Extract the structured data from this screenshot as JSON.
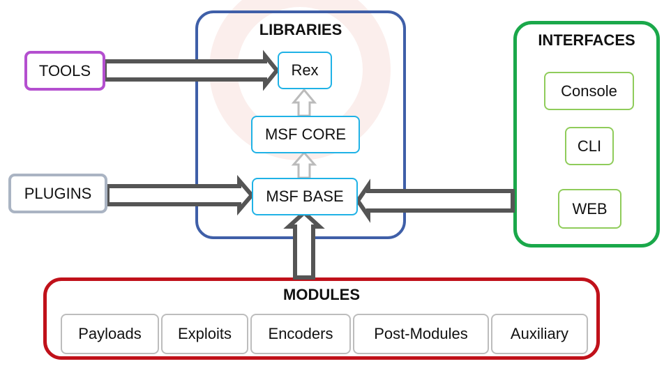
{
  "libraries": {
    "title": "LIBRARIES",
    "rex": "Rex",
    "core": "MSF CORE",
    "base": "MSF BASE"
  },
  "tools": "TOOLS",
  "plugins": "PLUGINS",
  "interfaces": {
    "title": "INTERFACES",
    "items": [
      "Console",
      "CLI",
      "WEB"
    ]
  },
  "modules": {
    "title": "MODULES",
    "items": [
      "Payloads",
      "Exploits",
      "Encoders",
      "Post-Modules",
      "Auxiliary"
    ]
  },
  "colors": {
    "libraries_border": "#3f5fa8",
    "library_box_border": "#1fb2e6",
    "tools_border": "#b44fcf",
    "plugins_border": "#aab4c3",
    "interfaces_border": "#1aa84a",
    "interface_item_border": "#8fcc5a",
    "modules_border": "#c0111a",
    "module_item_border": "#bdbdbd",
    "arrow_dark": "#555555",
    "arrow_light": "#bbbbbb"
  }
}
